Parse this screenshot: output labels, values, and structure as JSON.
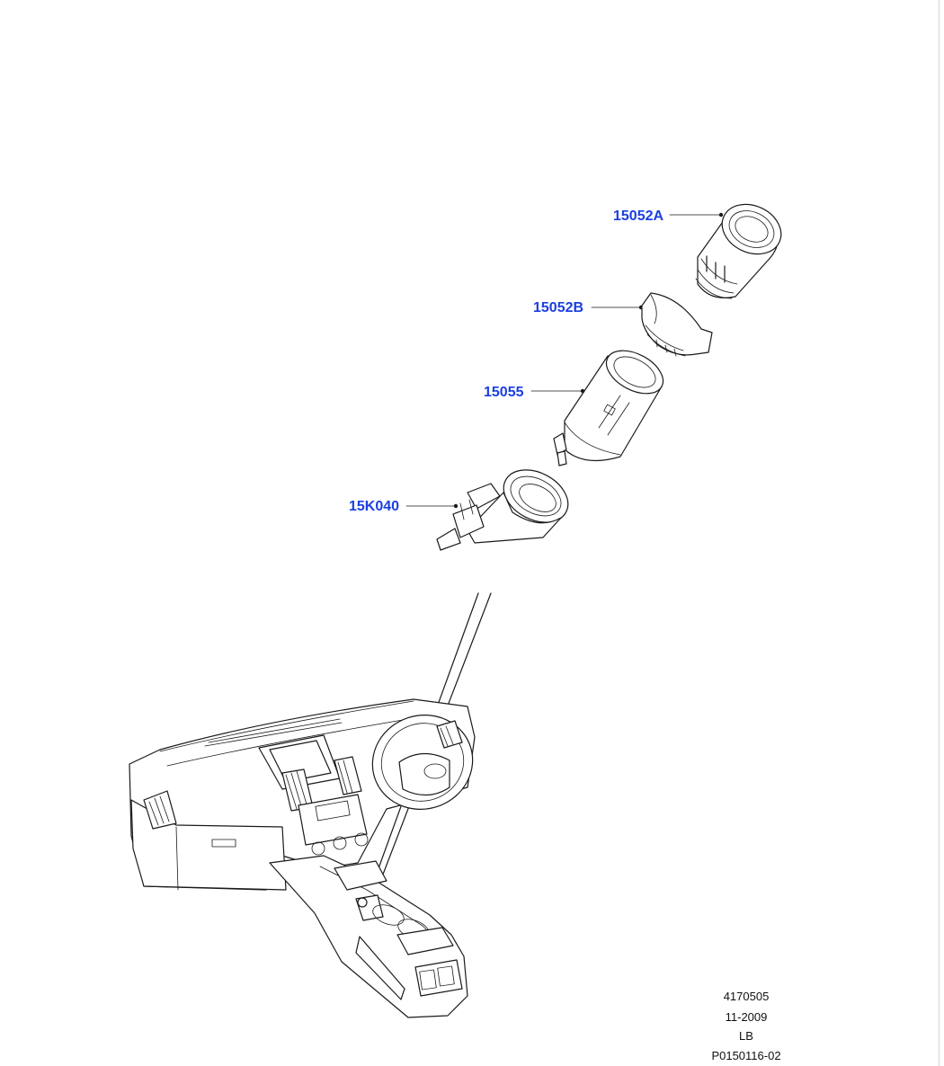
{
  "callouts": [
    {
      "id": "15052A",
      "label": "15052A"
    },
    {
      "id": "15052B",
      "label": "15052B"
    },
    {
      "id": "15055",
      "label": "15055"
    },
    {
      "id": "15K040",
      "label": "15K040"
    }
  ],
  "colors": {
    "callout_text": "#1a3fe0",
    "line": "#1a1a1a"
  },
  "footer": {
    "code": "4170505",
    "date": "11-2009",
    "variant": "LB",
    "part_ref": "P0150116-02"
  }
}
